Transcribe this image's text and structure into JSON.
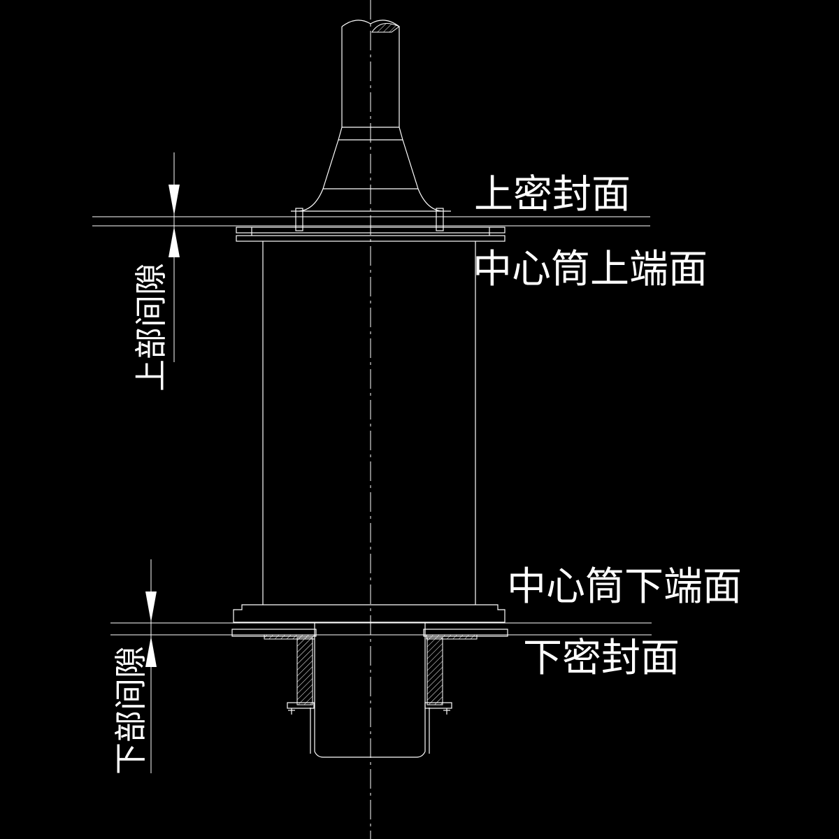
{
  "labels": {
    "upper_seal_face": "上密封面",
    "center_tube_upper_end": "中心筒上端面",
    "center_tube_lower_end": "中心筒下端面",
    "lower_seal_face": "下密封面",
    "upper_gap": "上部间隙",
    "lower_gap": "下部间隙"
  }
}
